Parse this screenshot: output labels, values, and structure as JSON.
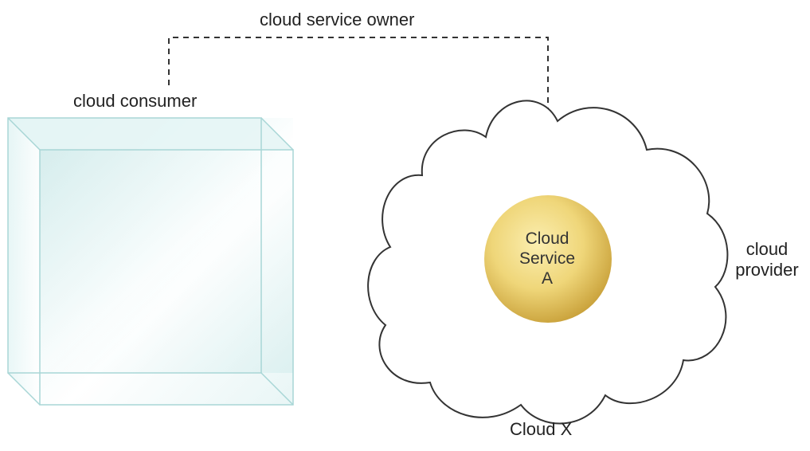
{
  "diagram": {
    "owner_label": "cloud service owner",
    "consumer_label": "cloud consumer",
    "provider_label": [
      "cloud",
      "provider"
    ],
    "service_label": [
      "Cloud",
      "Service",
      "A"
    ],
    "cloud_label": "Cloud X",
    "colors": {
      "line": "#333333",
      "cube_face": "#dcf1f1",
      "cube_edge": "#9fcfcf",
      "service_fill": "#e6c35a",
      "service_highlight": "#fbeeb0",
      "cloud_fill": "#ffffff"
    }
  }
}
